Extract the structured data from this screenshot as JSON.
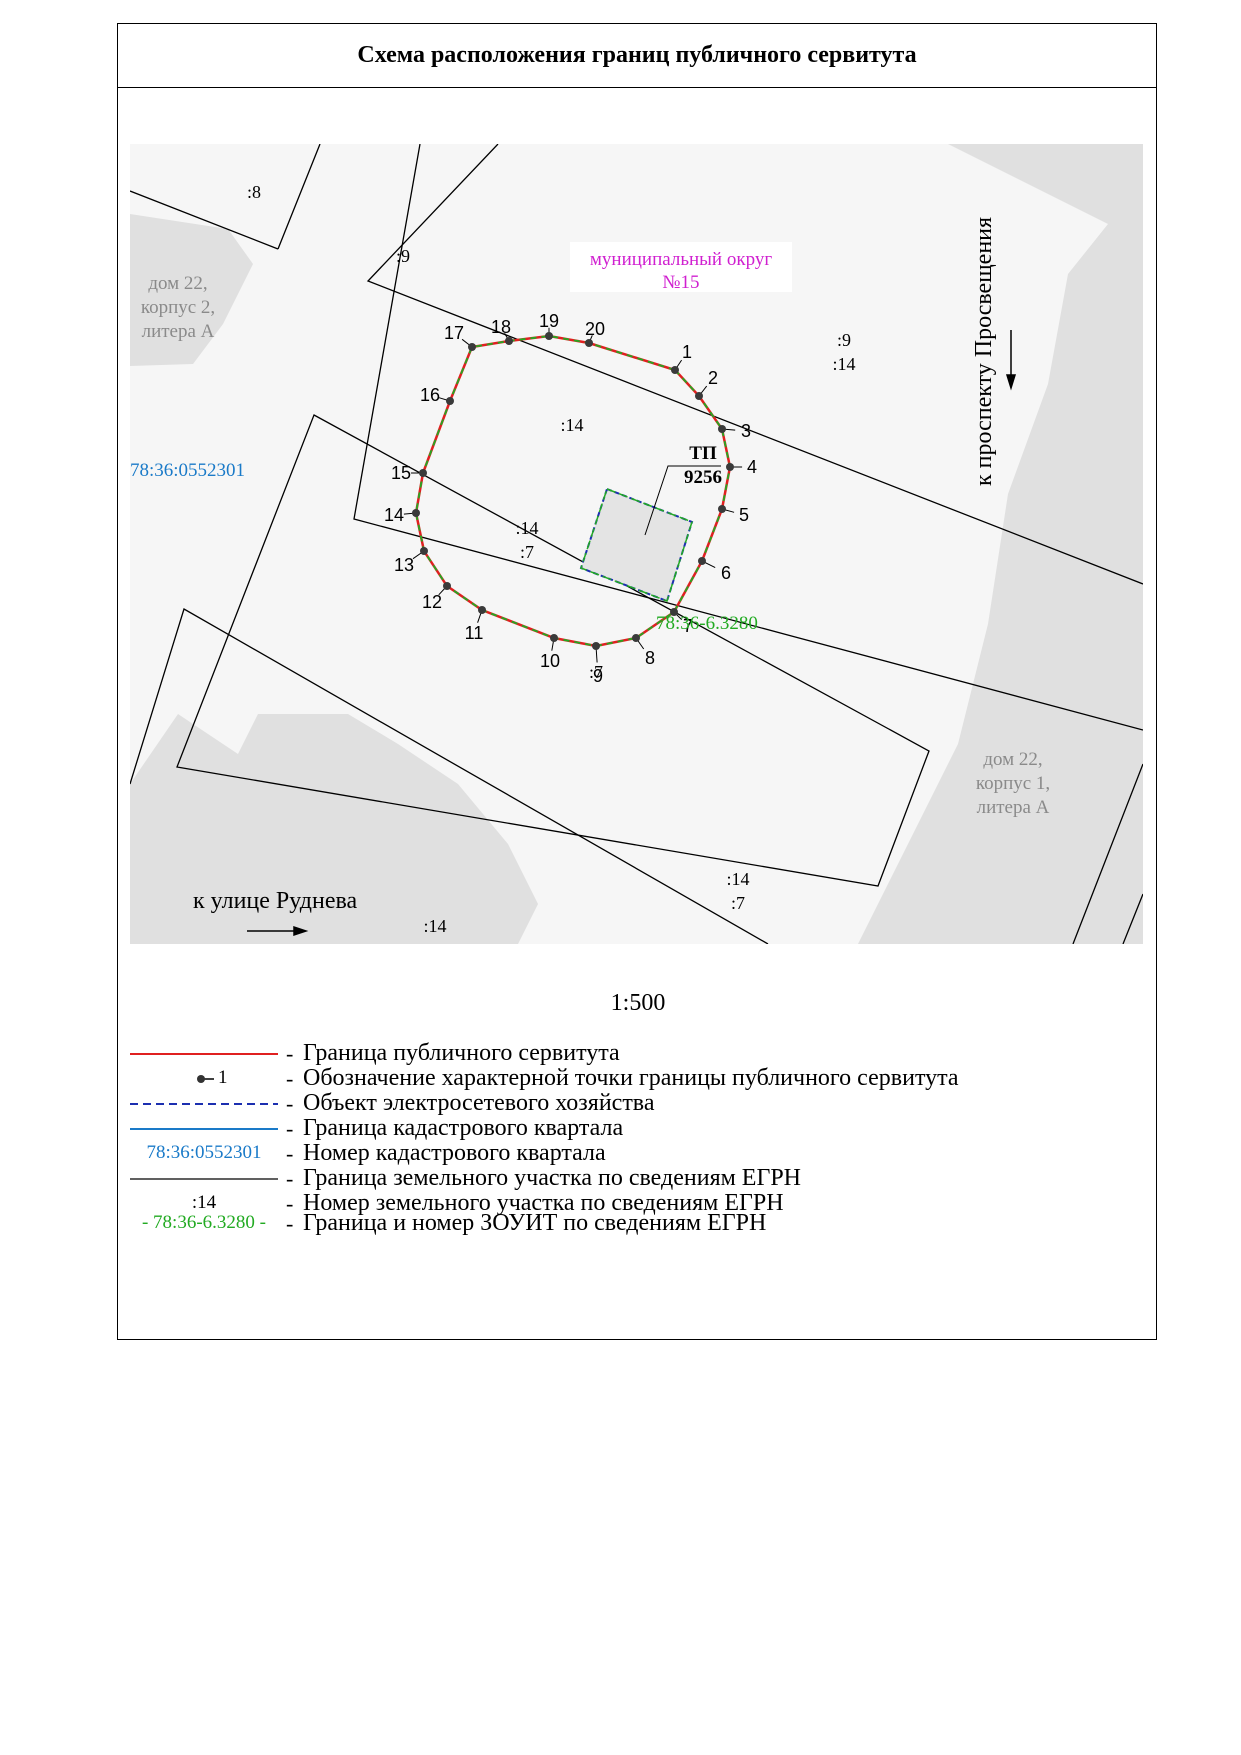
{
  "title": "Схема расположения границ публичного сервитута",
  "scale": "1:500",
  "map": {
    "district_label_line1": "муниципальный округ",
    "district_label_line2": "№15",
    "street_right": "к проспекту Просвещения",
    "street_bottom": "к улице Руднева",
    "building_left": [
      "дом 22,",
      "корпус 2,",
      "литера А"
    ],
    "building_right": [
      "дом 22,",
      "корпус 1,",
      "литера А"
    ],
    "quarter_number": "78:36:0552301",
    "zouit_number": "78:36-6.3280",
    "tp_line1": "ТП",
    "tp_line2": "9256",
    "parcel_labels": {
      "p8": ":8",
      "p9_top": ":9",
      "p9_right": ":9",
      "p14_right": ":14",
      "p14_center_top": ":14",
      "p14_center": ":14",
      "p7_center": ":7",
      "p7_lower": ":7",
      "p14_bottom_right": ":14",
      "p7_bottom_right": ":7",
      "p14_bottom": ":14"
    },
    "point_labels": [
      "1",
      "2",
      "3",
      "4",
      "5",
      "6",
      "7",
      "8",
      "9",
      "10",
      "11",
      "12",
      "13",
      "14",
      "15",
      "16",
      "17",
      "18",
      "19",
      "20"
    ]
  },
  "legend": {
    "items": [
      {
        "symbol": "red-line",
        "text": "Граница публичного сервитута"
      },
      {
        "symbol": "point",
        "label": "1",
        "text": "Обозначение характерной точки границы публичного сервитута"
      },
      {
        "symbol": "blue-dashed",
        "text": "Объект электросетевого хозяйства"
      },
      {
        "symbol": "blue-line",
        "text": "Граница кадастрового квартала"
      },
      {
        "symbol": "blue-text",
        "label": "78:36:0552301",
        "text": "Номер кадастрового квартала"
      },
      {
        "symbol": "black-line",
        "text": "Граница земельного участка по сведениям ЕГРН"
      },
      {
        "symbol": "black-text",
        "label": ":14",
        "text": "Номер земельного участка по сведениям ЕГРН"
      },
      {
        "symbol": "green-text",
        "label": "- 78:36-6.3280 -",
        "text": "Граница и номер ЗОУИТ по сведениям ЕГРН"
      }
    ],
    "separator": "-"
  },
  "colors": {
    "servitude": "#e02020",
    "zouit": "#22aa22",
    "quarter": "#1a7ac8",
    "grid_object": "#1c2fb0",
    "district": "#d020d0",
    "building_fill": "#e0e0e0",
    "map_bg": "#f6f6f6",
    "gray_text": "#8a8a8a"
  }
}
